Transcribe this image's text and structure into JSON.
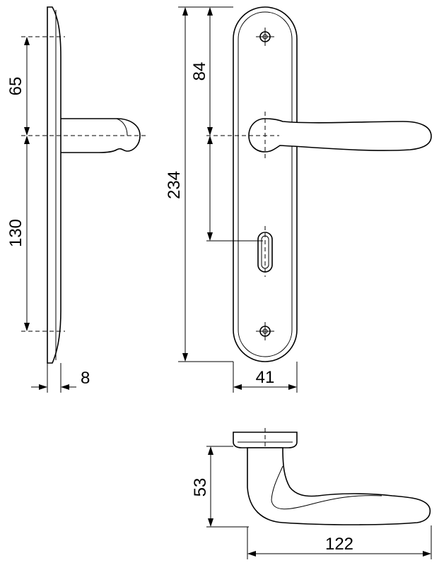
{
  "dimensions": {
    "top_to_spindle": "65",
    "spindle_to_lower": "130",
    "plate_thickness": "8",
    "plate_length": "234",
    "spindle_to_keyhole": "84",
    "plate_width": "41",
    "handle_height": "53",
    "handle_length": "122"
  }
}
